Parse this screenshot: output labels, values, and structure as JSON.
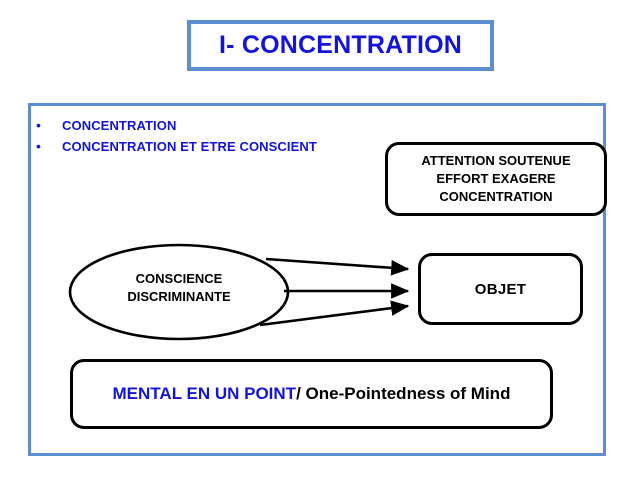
{
  "slide": {
    "title": "I- CONCENTRATION",
    "colors": {
      "frame_blue": "#5B8FD0",
      "text_blue": "#1313DC",
      "text_black": "#000000",
      "background": "#FFFFFF"
    }
  },
  "bullets": [
    {
      "marker": "•",
      "label": "CONCENTRATION"
    },
    {
      "marker": "•",
      "label": "CONCENTRATION ET ETRE CONSCIENT"
    }
  ],
  "attention_box": {
    "lines": [
      "ATTENTION SOUTENUE",
      "EFFORT EXAGERE",
      "CONCENTRATION"
    ]
  },
  "ellipse": {
    "lines": [
      "CONSCIENCE",
      "DISCRIMINANTE"
    ]
  },
  "objet_box": {
    "label": "OBJET"
  },
  "arrows": {
    "count": 3,
    "from": "CONSCIENCE DISCRIMINANTE",
    "to": "OBJET"
  },
  "mental_box": {
    "blue_part": "MENTAL  EN UN POINT",
    "black_part": "/ One-Pointedness of Mind"
  }
}
